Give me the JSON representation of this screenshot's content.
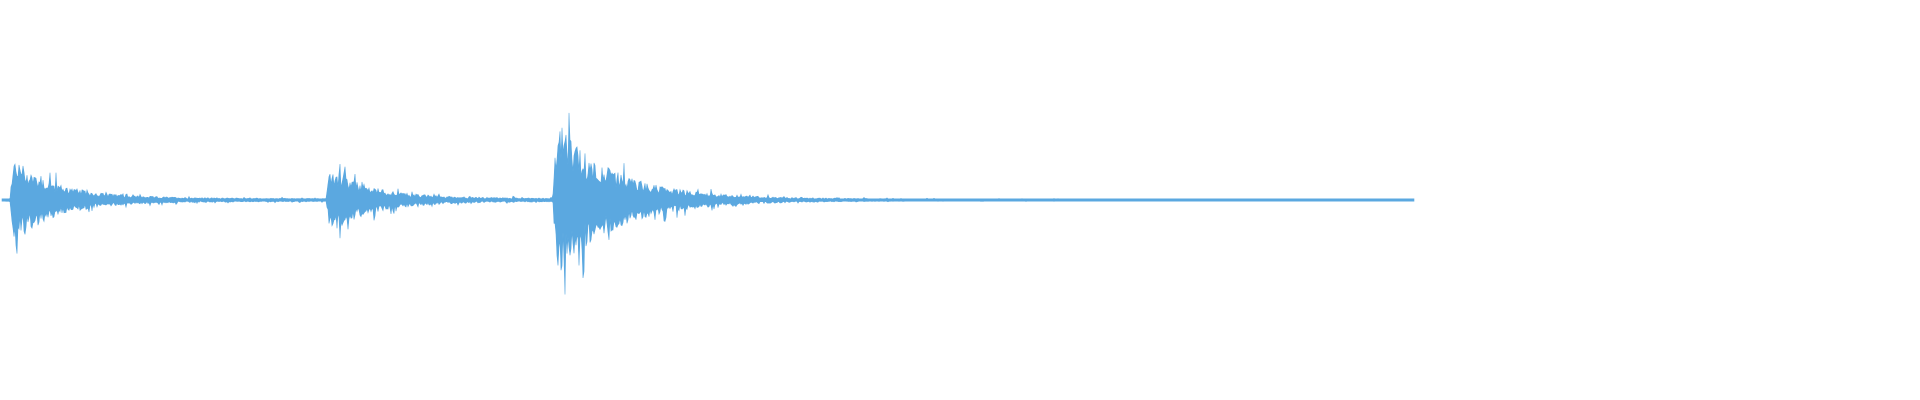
{
  "waveform": {
    "color": "#5ba8e0",
    "background": "#ffffff",
    "visible_fraction_of_track": 0.735,
    "peaks": [
      {
        "position": 0.0,
        "amplitude": 0.55
      },
      {
        "position": 0.172,
        "amplitude": 0.4
      },
      {
        "position": 0.29,
        "amplitude": 1.0
      }
    ]
  }
}
